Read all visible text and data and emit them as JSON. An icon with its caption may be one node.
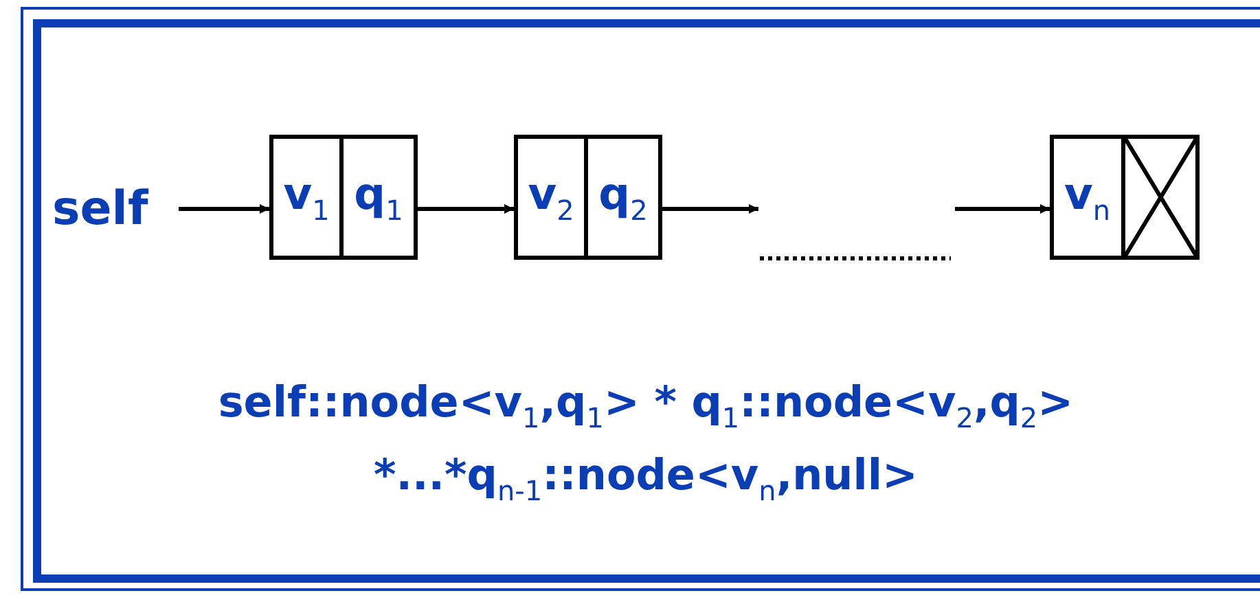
{
  "diagram": {
    "nodes": [
      {
        "text": [
          "self"
        ]
      },
      {
        "text": [
          "v$_{1}$",
          "q$_{1}$"
        ]
      },
      {
        "text": [
          "v$_{2}$",
          "q$_{2}$"
        ]
      },
      {
        "text": [
          "v$_{n}$"
        ]
      }
    ],
    "edges": [
      {
        "from": 0,
        "to": 1,
        "arrow": "to"
      },
      {
        "from": 1,
        "to": 2,
        "arrow": "to"
      },
      {
        "from": 2,
        "to": null,
        "arrow": "to"
      },
      {
        "from": null,
        "to": 3,
        "arrow": "to"
      }
    ],
    "labels": [
      "self::node<v$_{1}$,q$_{1}$> * q$_{1}$::node<v$_{2}$,q$_{2}$>",
      "*...*q$_{n-1}$::node<v$_{n}$,null>"
    ]
  }
}
